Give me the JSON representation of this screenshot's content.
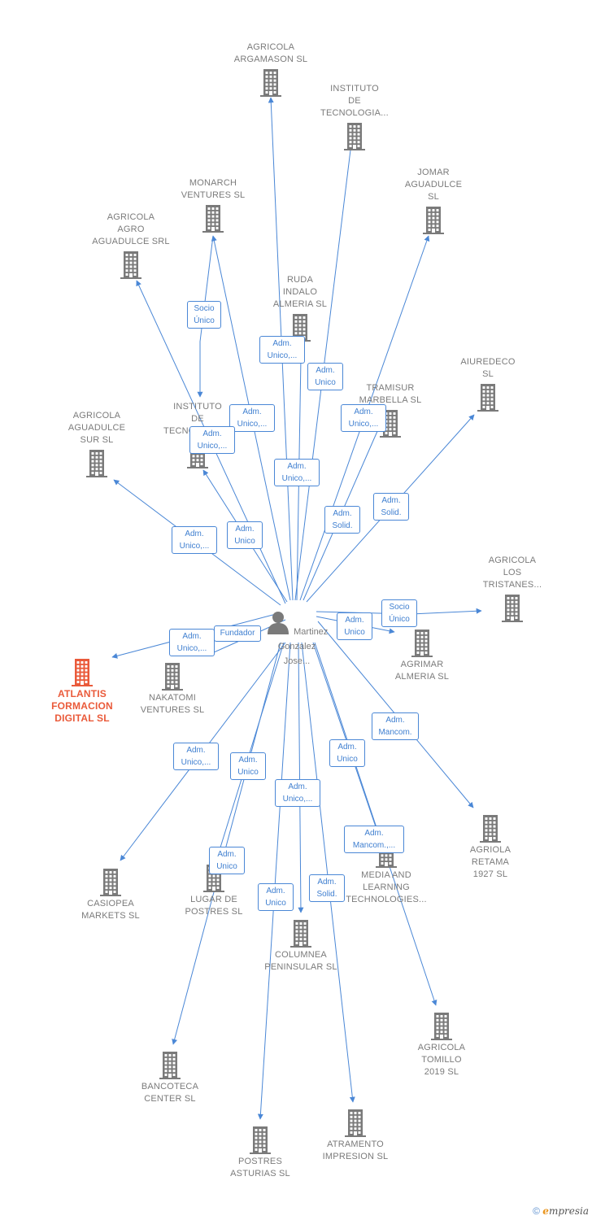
{
  "center": {
    "name": "Martinez\nGonzalez\nJose..."
  },
  "colors": {
    "edge": "#4a87d6",
    "building": "#7a7a7a",
    "focus": "#ea5a3a",
    "label": "#7b7b7b"
  },
  "footer": {
    "copyright": "©",
    "brand_initial": "e",
    "brand_rest": "mpresia"
  },
  "companies": [
    {
      "id": "agricola-argamason",
      "name": "AGRICOLA\nARGAMASON SL"
    },
    {
      "id": "instituto-tecnologia-1",
      "name": "INSTITUTO\nDE\nTECNOLOGIA..."
    },
    {
      "id": "monarch",
      "name": "MONARCH\nVENTURES  SL"
    },
    {
      "id": "jomar",
      "name": "JOMAR\nAGUADULCE\nSL"
    },
    {
      "id": "agricola-agro",
      "name": "AGRICOLA\nAGRO\nAGUADULCE SRL"
    },
    {
      "id": "ruda",
      "name": "RUDA\nINDALO\nALMERIA  SL"
    },
    {
      "id": "aiuredeco",
      "name": "AIUREDECO\nSL"
    },
    {
      "id": "tramisur",
      "name": "TRAMISUR\nMARBELLA  SL"
    },
    {
      "id": "instituto-tecnologia-2",
      "name": "INSTITUTO\nDE\nTECNOLOGIA..."
    },
    {
      "id": "agricola-sur",
      "name": "AGRICOLA\nAGUADULCE\nSUR  SL"
    },
    {
      "id": "agricola-tristanes",
      "name": "AGRICOLA\nLOS\nTRISTANES..."
    },
    {
      "id": "agrimar",
      "name": "AGRIMAR\nALMERIA SL"
    },
    {
      "id": "atlantis",
      "name": "ATLANTIS\nFORMACION\nDIGITAL  SL"
    },
    {
      "id": "nakatomi",
      "name": "NAKATOMI\nVENTURES  SL"
    },
    {
      "id": "agriola-retama",
      "name": "AGRIOLA\nRETAMA\n1927  SL"
    },
    {
      "id": "casiopea",
      "name": "CASIOPEA\nMARKETS  SL"
    },
    {
      "id": "lugar-postres",
      "name": "LUGAR DE\nPOSTRES  SL"
    },
    {
      "id": "media-learning",
      "name": "MEDIA AND\nLEARNING\nTECHNOLOGIES..."
    },
    {
      "id": "columnea",
      "name": "COLUMNEA\nPENINSULAR SL"
    },
    {
      "id": "agricola-tomillo",
      "name": "AGRICOLA\nTOMILLO\n2019  SL"
    },
    {
      "id": "bancoteca",
      "name": "BANCOTECA\nCENTER SL"
    },
    {
      "id": "atramento",
      "name": "ATRAMENTO\nIMPRESION  SL"
    },
    {
      "id": "postres-asturias",
      "name": "POSTRES\nASTURIAS  SL"
    }
  ],
  "relations": [
    {
      "to": "agricola-argamason",
      "label": "Adm.\nUnico,..."
    },
    {
      "to": "instituto-tecnologia-1",
      "label": "Adm.\nUnico"
    },
    {
      "to": "monarch",
      "label": "Adm.\nUnico,..."
    },
    {
      "to": "jomar",
      "label": "Adm.\nUnico,..."
    },
    {
      "to": "agricola-agro",
      "label": "Adm.\nUnico,..."
    },
    {
      "to": "ruda",
      "label": "Adm.\nUnico,..."
    },
    {
      "to": "aiuredeco",
      "label": "Adm.\nSolid."
    },
    {
      "to": "tramisur",
      "label": "Adm.\nSolid."
    },
    {
      "to": "instituto-tecnologia-2",
      "label": "Adm.\nUnico"
    },
    {
      "to": "agricola-sur",
      "label": "Adm.\nUnico,..."
    },
    {
      "to": "agricola-tristanes",
      "label": "Socio\nÚnico"
    },
    {
      "to": "agrimar",
      "label": "Adm.\nUnico"
    },
    {
      "to": "atlantis",
      "label": "Adm.\nUnico,..."
    },
    {
      "to": "atlantis",
      "label": "Fundador"
    },
    {
      "to": "agriola-retama",
      "label": "Adm.\nMancom."
    },
    {
      "to": "casiopea",
      "label": "Adm.\nUnico,..."
    },
    {
      "to": "lugar-postres",
      "label": "Adm.\nUnico"
    },
    {
      "to": "media-learning",
      "label": "Adm.\nMancom.,..."
    },
    {
      "to": "columnea",
      "label": "Adm.\nUnico,..."
    },
    {
      "to": "agricola-tomillo",
      "label": "Adm.\nUnico"
    },
    {
      "to": "bancoteca",
      "label": "Adm.\nUnico"
    },
    {
      "to": "atramento",
      "label": "Adm.\nSolid."
    },
    {
      "to": "postres-asturias",
      "label": "Adm.\nUnico"
    }
  ],
  "links": [
    {
      "from": "monarch",
      "to": "instituto-tecnologia-2",
      "label": "Socio\nÚnico"
    }
  ]
}
